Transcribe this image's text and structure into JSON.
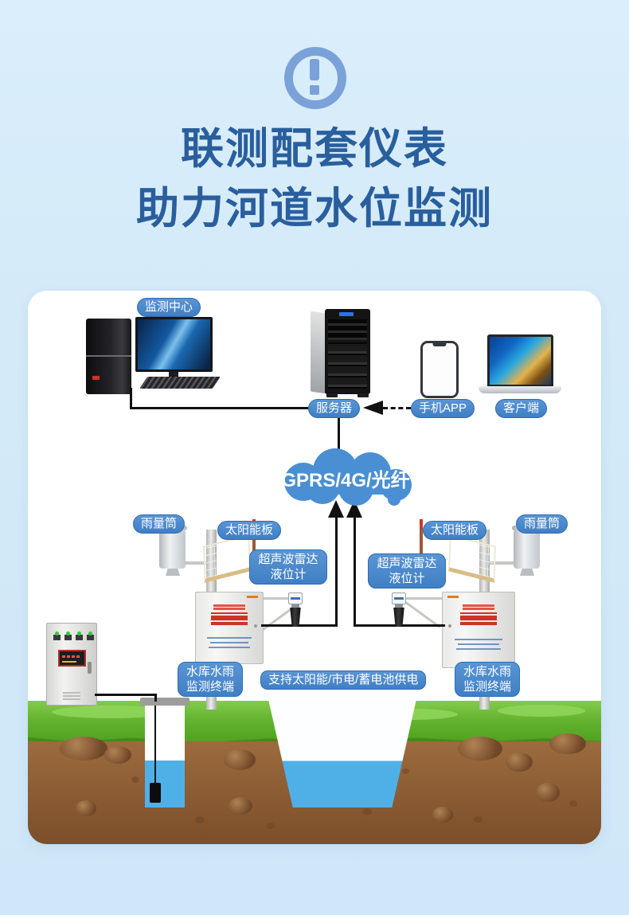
{
  "header": {
    "title_line1": "联测配套仪表",
    "title_line2": "助力河道水位监测"
  },
  "diagram": {
    "monitoring_center": "监测中心",
    "server": "服务器",
    "phone_app": "手机APP",
    "client": "客户端",
    "cloud": "GPRS/4G/光纤",
    "power_note": "支持太阳能/市电/蓄电池供电",
    "left_station": {
      "rain_gauge": "雨量筒",
      "solar_panel": "太阳能板",
      "radar_line1": "超声波雷达",
      "radar_line2": "液位计",
      "terminal_line1": "水库水雨",
      "terminal_line2": "监测终端"
    },
    "right_station": {
      "rain_gauge": "雨量筒",
      "solar_panel": "太阳能板",
      "radar_line1": "超声波雷达",
      "radar_line2": "液位计",
      "terminal_line1": "水库水雨",
      "terminal_line2": "监测终端"
    }
  },
  "colors": {
    "background": "#d4eaf8",
    "title_blue": "#2a5f9e",
    "pill_blue": "#4587cb",
    "cloud_blue": "#4a8fd3",
    "water_blue": "#4fb0e8",
    "grass_green": "#64b430",
    "soil_brown": "#8c5c34",
    "line_black": "#111111",
    "alert_icon_blue": "#7ba2d8"
  }
}
